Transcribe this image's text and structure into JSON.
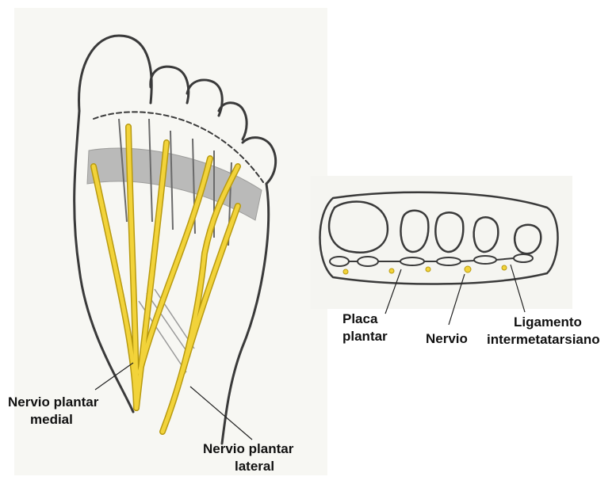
{
  "labels": {
    "nervio_plantar_medial": [
      "Nervio plantar",
      "medial"
    ],
    "nervio_plantar_lateral": [
      "Nervio plantar",
      "lateral"
    ],
    "placa_plantar": [
      "Placa",
      "plantar"
    ],
    "nervio": "Nervio",
    "ligamento_intermetatarsiano": [
      "Ligamento",
      "intermetatarsiano"
    ]
  },
  "colors": {
    "nerve": "#f2d33a",
    "nerve_outline": "#b89a10",
    "sketch": "#3a3a3a",
    "paper": "#f6f6f2",
    "ligament_band": "#7a7a7a"
  }
}
